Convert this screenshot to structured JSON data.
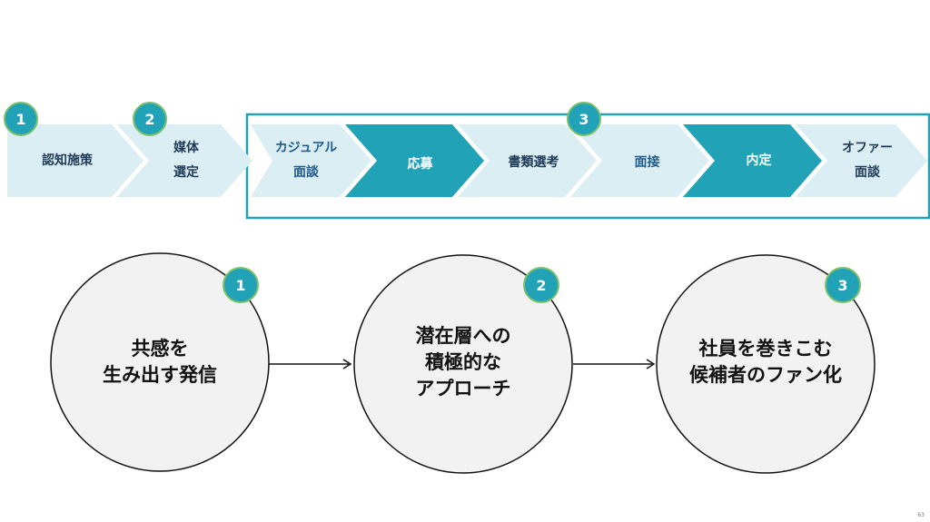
{
  "process_steps": [
    {
      "label": "認知施策",
      "style": "light"
    },
    {
      "label": "媒体\n選定",
      "style": "light"
    },
    {
      "label": "カジュアル\n面談",
      "style": "light"
    },
    {
      "label": "応募",
      "style": "dark"
    },
    {
      "label": "書類選考",
      "style": "light"
    },
    {
      "label": "面接",
      "style": "light"
    },
    {
      "label": "内定",
      "style": "dark"
    },
    {
      "label": "オファー\n面談",
      "style": "light"
    }
  ],
  "process_badges": [
    "1",
    "2",
    "3"
  ],
  "strategy_circles": [
    {
      "badge": "1",
      "text": "共感を\n生み出す発信"
    },
    {
      "badge": "2",
      "text": "潜在層への\n積極的な\nアプローチ"
    },
    {
      "badge": "3",
      "text": "社員を巻きこむ\n候補者のファン化"
    }
  ],
  "page_number": "63",
  "colors": {
    "chevron_light": "#daeef4",
    "chevron_dark": "#22a2b6",
    "badge_fill": "#22a2b6",
    "badge_ring": "#7cc06a",
    "frame": "#22a2b6",
    "circle_fill": "#f2f2f2"
  }
}
